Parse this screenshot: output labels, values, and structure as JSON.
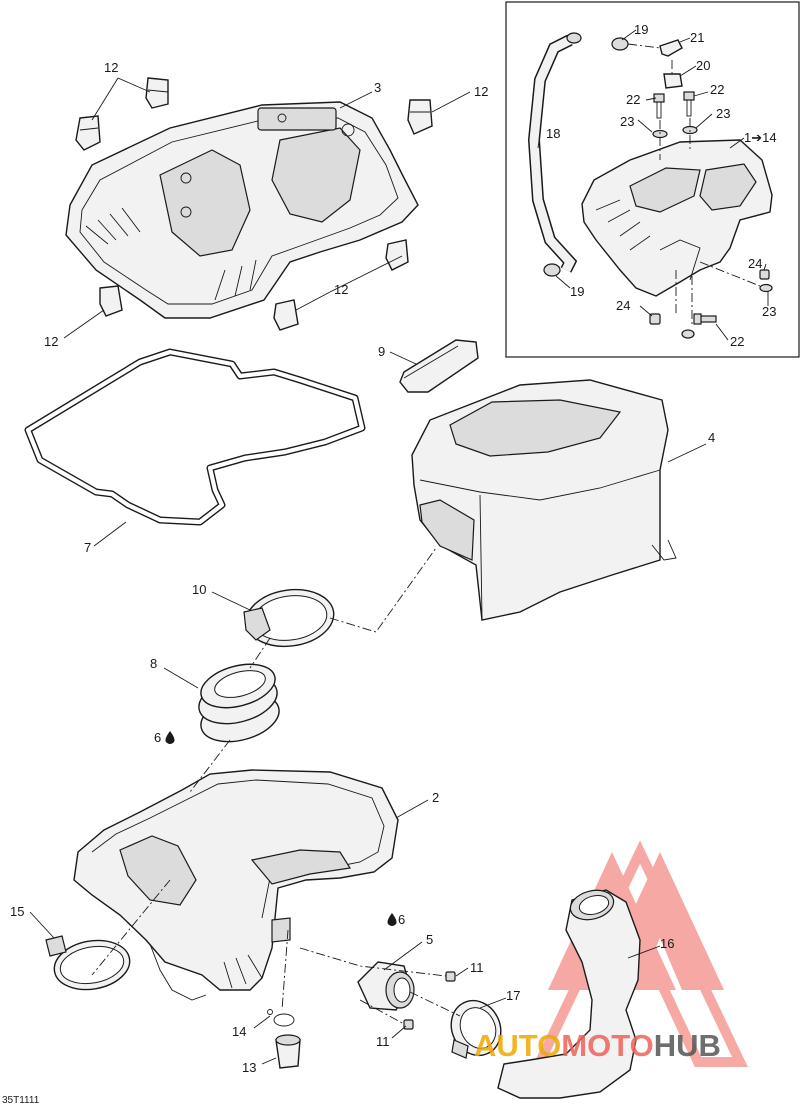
{
  "diagram": {
    "code": "35T1111",
    "callouts": {
      "c1": "12",
      "c2": "12",
      "c3": "12",
      "c4": "12",
      "c5": "3",
      "c6": "7",
      "c7": "9",
      "c8": "4",
      "c9": "10",
      "c10": "8",
      "c11": "6",
      "c12": "2",
      "c13": "15",
      "c14": "6",
      "c15": "5",
      "c16": "11",
      "c17": "11",
      "c18": "17",
      "c19": "16",
      "c20": "14",
      "c21": "13",
      "i1": "19",
      "i2": "21",
      "i3": "20",
      "i4": "22",
      "i5": "22",
      "i6": "23",
      "i7": "23",
      "i8": "18",
      "i9": "1➔14",
      "i10": "24",
      "i11": "19",
      "i12": "23",
      "i13": "24",
      "i14": "22"
    }
  },
  "watermark": {
    "part1": "AUTO",
    "part2": "MOTO",
    "part3": "HUB",
    "color_main": "#f0625a",
    "color_dark": "#555555"
  }
}
